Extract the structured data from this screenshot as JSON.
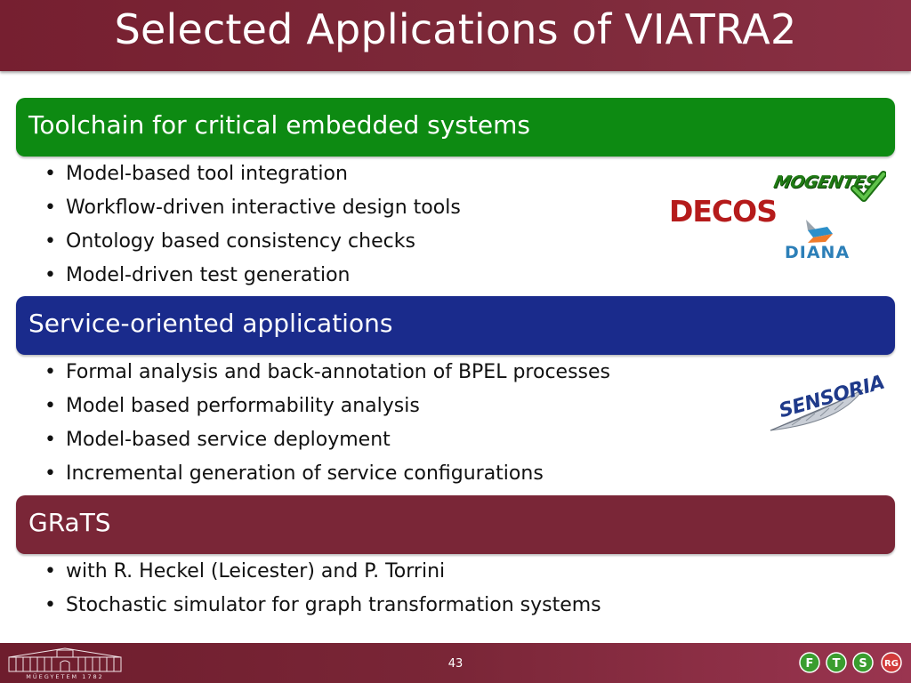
{
  "slide": {
    "title": "Selected Applications of VIATRA2",
    "page_number": "43"
  },
  "sections": [
    {
      "heading": "Toolchain for critical embedded systems",
      "color": "#0d8a12",
      "bullets": [
        "Model-based tool integration",
        "Workflow-driven interactive design tools",
        "Ontology based consistency checks",
        "Model-driven test generation"
      ]
    },
    {
      "heading": "Service-oriented applications",
      "color": "#1a2b8c",
      "bullets": [
        "Formal analysis and back-annotation of BPEL processes",
        "Model based performability analysis",
        "Model-based service deployment",
        "Incremental generation of service configurations"
      ]
    },
    {
      "heading": "GRaTS",
      "color": "#7a2637",
      "bullets": [
        "with R. Heckel (Leicester) and P. Torrini",
        "Stochastic simulator for graph transformation systems"
      ]
    }
  ],
  "bullet_glyph": "•",
  "logos": {
    "mogentes": "MOGENTES",
    "decos": "DECOS",
    "diana": "DIANA",
    "sensoria": "SENSORIA"
  },
  "footer": {
    "university_caption": "MŰEGYETEM 1782",
    "group_logo_letters": [
      "F",
      "T",
      "S",
      "RG"
    ]
  },
  "colors": {
    "title_bar": "#761f30",
    "footer": "#7a2637",
    "section_green": "#0d8a12",
    "section_blue": "#1a2b8c",
    "section_red": "#7a2637"
  }
}
